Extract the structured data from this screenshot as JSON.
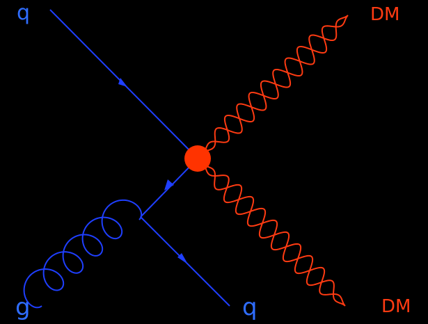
{
  "labels": {
    "incoming_quark": "q",
    "incoming_gluon": "g",
    "outgoing_quark": "q",
    "dark_matter_1": "DM",
    "dark_matter_2": "DM"
  },
  "colors": {
    "background": "#000000",
    "quark": "#1f3fff",
    "label_blue": "#2f6dff",
    "dark_matter": "#ff3b12",
    "vertex": "#ff3300"
  }
}
